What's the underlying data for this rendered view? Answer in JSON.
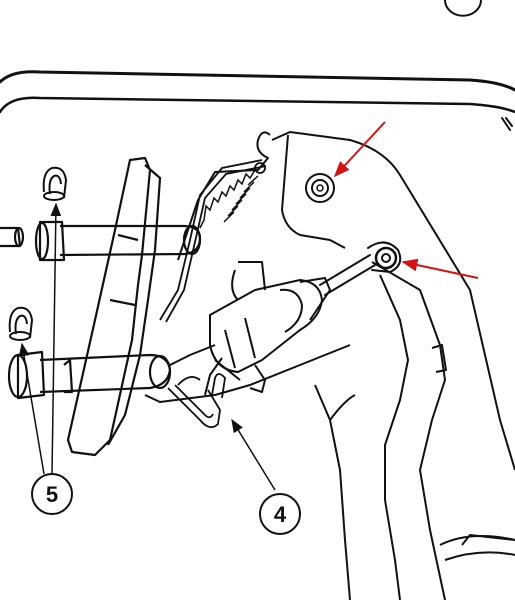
{
  "diagram": {
    "callouts": [
      {
        "id": "4",
        "label": "4"
      },
      {
        "id": "5",
        "label": "5"
      }
    ],
    "colors": {
      "line": "#111111",
      "arrow_red": "#d21414",
      "background": "#ffffff"
    }
  }
}
